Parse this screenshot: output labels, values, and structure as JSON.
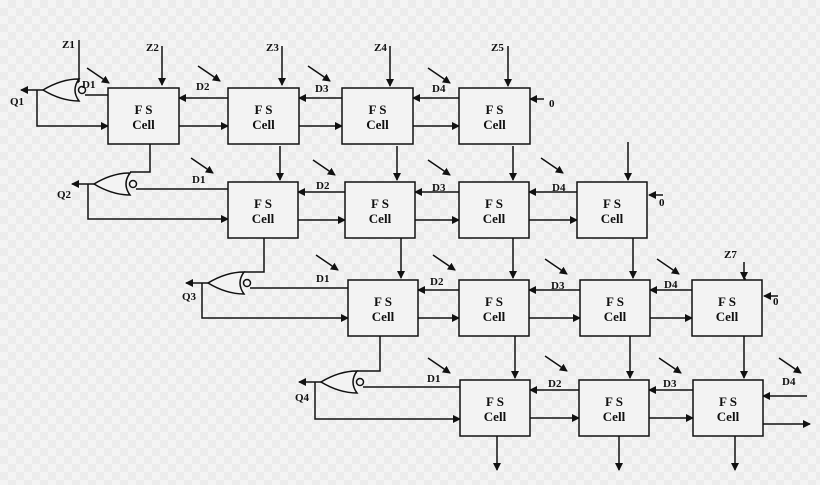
{
  "cell_label_line1": "F S",
  "cell_label_line2": "Cell",
  "outputs": [
    "Q1",
    "Q2",
    "Q3",
    "Q4"
  ],
  "top_inputs": [
    "Z1",
    "Z2",
    "Z3",
    "Z4",
    "Z5",
    "Z7"
  ],
  "divisor_labels": {
    "row1": [
      "D1",
      "D2",
      "D3",
      "D4"
    ],
    "row2": [
      "D1",
      "D2",
      "D3",
      "D4"
    ],
    "row3": [
      "D1",
      "D2",
      "D3",
      "D4"
    ],
    "row4": [
      "D1",
      "D2",
      "D3",
      "D4"
    ]
  },
  "zero_inputs": [
    "0",
    "0",
    "0"
  ]
}
